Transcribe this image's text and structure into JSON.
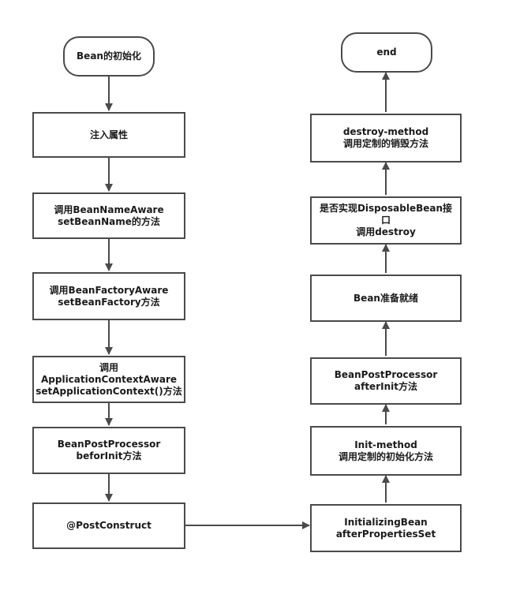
{
  "nodes": {
    "start": {
      "lines": [
        "Bean的初始化"
      ]
    },
    "inject": {
      "lines": [
        "注入属性"
      ]
    },
    "bean_name_aware": {
      "lines": [
        "调用BeanNameAware",
        "setBeanName的方法"
      ]
    },
    "bean_factory_aware": {
      "lines": [
        "调用BeanFactoryAware",
        "setBeanFactory方法"
      ]
    },
    "app_context_aware": {
      "lines": [
        "调用",
        "ApplicationContextAware",
        "setApplicationContext()方法"
      ]
    },
    "before_init": {
      "lines": [
        "BeanPostProcessor",
        "beforInit方法"
      ]
    },
    "post_construct": {
      "lines": [
        "@PostConstruct"
      ]
    },
    "initializing_bean": {
      "lines": [
        "InitializingBean",
        "afterPropertiesSet"
      ]
    },
    "init_method": {
      "lines": [
        "Init-method",
        "调用定制的初始化方法"
      ]
    },
    "after_init": {
      "lines": [
        "BeanPostProcessor",
        "afterInit方法"
      ]
    },
    "ready": {
      "lines": [
        "Bean准备就绪"
      ]
    },
    "disposable": {
      "lines": [
        "是否实现DisposableBean接",
        "口",
        "调用destroy"
      ]
    },
    "destroy_method": {
      "lines": [
        "destroy-method",
        "调用定制的销毁方法"
      ]
    },
    "end": {
      "lines": [
        "end"
      ]
    }
  },
  "colors": {
    "stroke": "#4a4a4a",
    "text": "#1a1a1a",
    "background": "#ffffff"
  }
}
